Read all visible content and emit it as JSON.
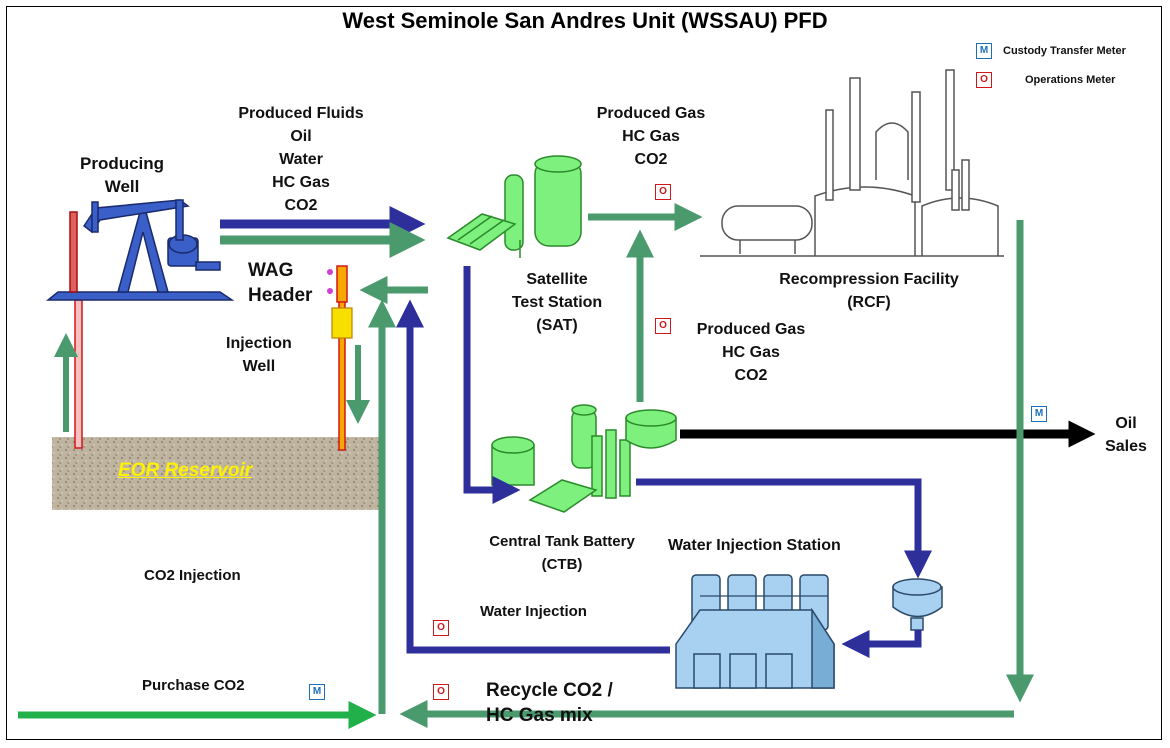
{
  "title": "West Seminole San Andres Unit (WSSAU) PFD",
  "legend": {
    "custody": {
      "code": "M",
      "text": "Custody Transfer Meter"
    },
    "operations": {
      "code": "O",
      "text": "Operations Meter"
    }
  },
  "labels": {
    "producing_well": [
      "Producing",
      "Well"
    ],
    "produced_fluids": [
      "Produced Fluids",
      "Oil",
      "Water",
      "HC Gas",
      "CO2"
    ],
    "wag_header": [
      "WAG",
      "Header"
    ],
    "injection_well": [
      "Injection",
      "Well"
    ],
    "eor_reservoir": "EOR Reservoir",
    "satellite": [
      "Satellite",
      "Test Station",
      "(SAT)"
    ],
    "produced_gas_top": [
      "Produced Gas",
      "HC Gas",
      "CO2"
    ],
    "recompression": [
      "Recompression Facility",
      "(RCF)"
    ],
    "produced_gas_mid": [
      "Produced Gas",
      "HC Gas",
      "CO2"
    ],
    "oil_sales": [
      "Oil",
      "Sales"
    ],
    "ctb": [
      "Central Tank Battery",
      "(CTB)"
    ],
    "water_injection_station": "Water Injection Station",
    "co2_injection": "CO2 Injection",
    "water_injection": "Water Injection",
    "purchase_co2": "Purchase CO2",
    "recycle": [
      "Recycle CO2 /",
      "HC Gas mix"
    ]
  },
  "meters": {
    "produced_gas_top": "O",
    "produced_gas_mid": "O",
    "oil_sales": "M",
    "water_injection": "O",
    "purchase_co2": "M",
    "recycle": "O"
  },
  "colors": {
    "gas_arrow": "#4a9a6e",
    "water_arrow": "#2e2f9a",
    "co2_purchase_arrow": "#22b04a",
    "oil_arrow": "#000000",
    "equipment_green": "#7ef07e",
    "pumpjack_blue": "#3a5fc8",
    "reservoir": "#bfb4a0"
  },
  "icons": [
    "pumpjack-icon",
    "injection-wellhead-icon",
    "satellite-vessels-icon",
    "rcf-plant-icon",
    "ctb-tanks-icon",
    "water-plant-icon",
    "water-tank-icon"
  ]
}
